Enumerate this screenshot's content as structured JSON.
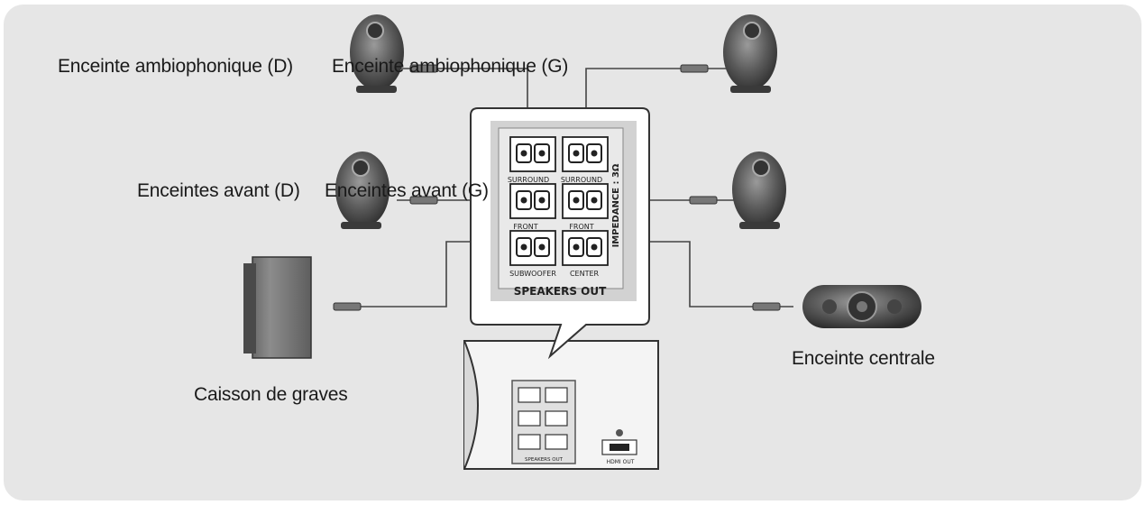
{
  "labels": {
    "surround_right": "Enceinte ambiophonique (D)",
    "surround_left": "Enceinte ambiophonique (G)",
    "front_right": "Enceintes avant (D)",
    "front_left": "Enceintes avant (G)",
    "subwoofer": "Caisson de graves",
    "center": "Enceinte centrale"
  },
  "panel": {
    "title": "SPEAKERS OUT",
    "impedance": "IMPEDANCE : 3Ω",
    "terminals": {
      "surround_r": "SURROUND",
      "surround_l": "SURROUND",
      "front_r": "FRONT",
      "front_l": "FRONT",
      "subwoofer": "SUBWOOFER",
      "center": "CENTER"
    }
  },
  "receiver": {
    "hdmi": "HDMI OUT",
    "speakers_out": "SPEAKERS OUT"
  }
}
